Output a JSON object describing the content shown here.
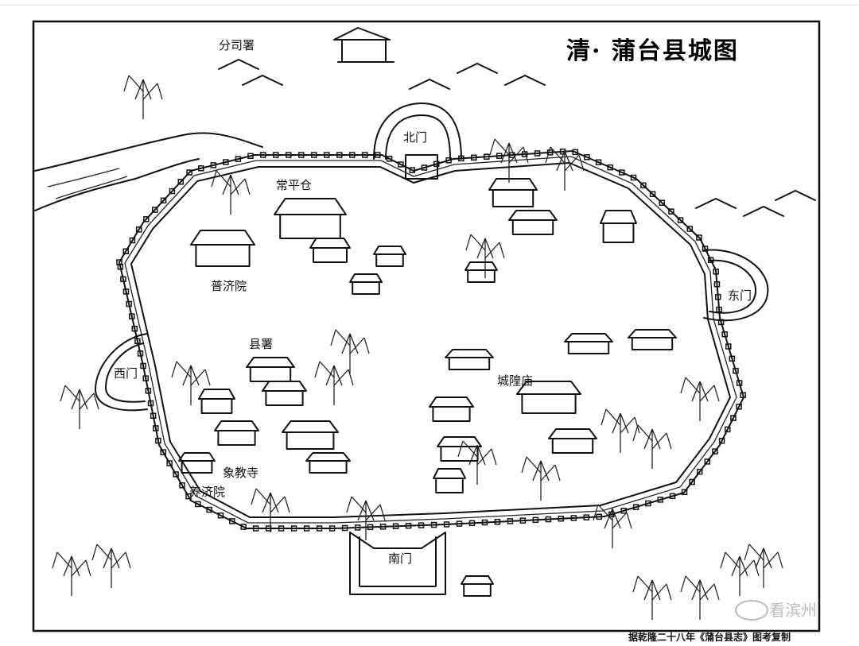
{
  "title": "清· 蒲台县城图",
  "caption": "据乾隆二十八年《蒲台县志》图考复制",
  "watermark": "看滨州",
  "labels": {
    "fensishu": "分司署",
    "beimen": "北门",
    "changpingcang": "常平仓",
    "pujiyuan": "普济院",
    "dongmen": "东门",
    "ximen": "西门",
    "xianshu": "县署",
    "chenghuangmiao": "城隍庙",
    "xiangjiaosi": "象教寺",
    "yangjiyuan": "养济院",
    "nanmen": "南门"
  }
}
